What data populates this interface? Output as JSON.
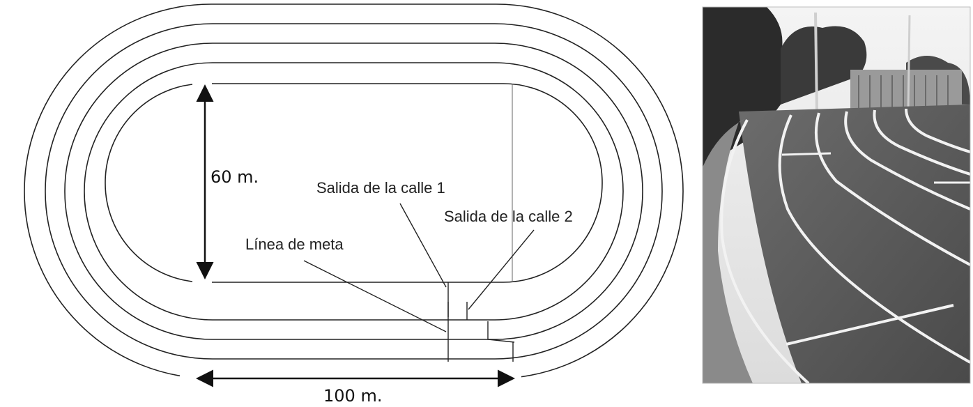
{
  "diagram": {
    "labels": {
      "width_dimension": "60 m.",
      "length_dimension": "100 m.",
      "start_lane_1": "Salida de la calle 1",
      "start_lane_2": "Salida de la calle 2",
      "finish_line": "Línea de meta"
    },
    "lane_count": 4
  },
  "photo": {
    "subject": "athletics-track-photo"
  }
}
